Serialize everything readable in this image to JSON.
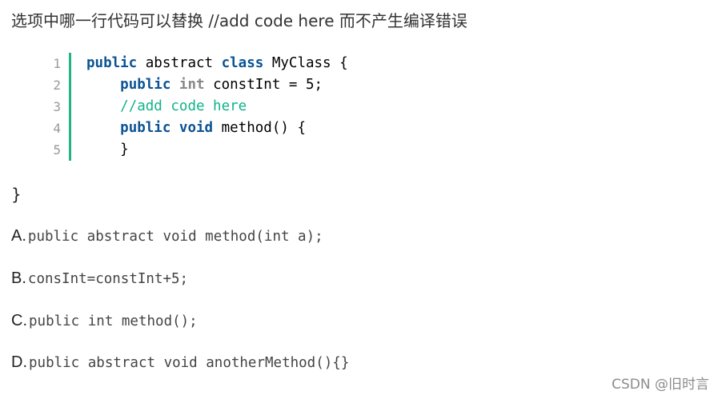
{
  "question": "选项中哪一行代码可以替换 //add code here 而不产生编译错误",
  "code": {
    "line_numbers": [
      "1",
      "2",
      "3",
      "4",
      "5"
    ],
    "line1": {
      "kw1": "public",
      "kw2": "abstract",
      "kw3": "class",
      "rest": "MyClass {"
    },
    "line2": {
      "kw1": "public",
      "kw2": "int",
      "rest": "constInt = 5;"
    },
    "line3": {
      "comment": "//add code here"
    },
    "line4": {
      "kw1": "public",
      "kw2": "void",
      "rest": "method() {"
    },
    "line5": {
      "rest": "}"
    }
  },
  "closing_brace": "}",
  "options": [
    {
      "letter": "A.",
      "code": "public abstract void method(int a);"
    },
    {
      "letter": "B.",
      "code": "consInt=constInt+5;"
    },
    {
      "letter": "C.",
      "code": "public int method();"
    },
    {
      "letter": "D.",
      "code": "public abstract void anotherMethod(){}"
    }
  ],
  "watermark": "CSDN @旧时言",
  "colors": {
    "accent_bar": "#20b486",
    "keyword": "#0b5394",
    "comment": "#11b38a"
  }
}
